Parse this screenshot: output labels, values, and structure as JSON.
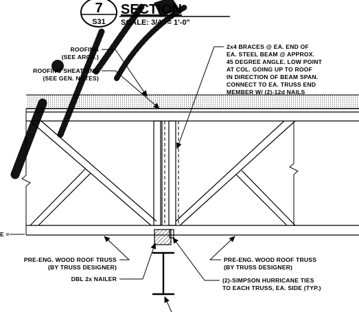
{
  "title": {
    "detail_number": "7",
    "sheet_ref": "S31",
    "heading": "SECTION",
    "scale": "SCALE: 3/4\" = 1'-0\""
  },
  "labels": {
    "roofing": [
      "ROOFING",
      "(SEE ARCH.)"
    ],
    "roofing_sheathing": [
      "ROOFING SHEATHING",
      "(SEE GEN. NOTES)"
    ],
    "braces_note": [
      "2x4 BRACES @ EA. END OF",
      "EA. STEEL BEAM @ APPROX.",
      "45 DEGREE ANGLE. LOW POINT",
      "AT COL. GOING UP TO ROOF",
      "IN DIRECTION OF BEAM SPAN.",
      "CONNECT TO EA. TRUSS END",
      "MEMBER W/ (2)-12d NAILS"
    ],
    "truss_left": [
      "PRE-ENG. WOOD ROOF TRUSS",
      "(BY TRUSS DESIGNER)"
    ],
    "truss_right": [
      "PRE-ENG. WOOD ROOF TRUSS",
      "(BY TRUSS DESIGNER)"
    ],
    "nailer": "DBL 2x NAILER",
    "hurricane_ties": [
      "(2)-SIMPSON HURRICANE TIES",
      "TO EACH TRUSS, EA. SIDE (TYP.)"
    ],
    "cut_edge_text": "E ="
  },
  "colors": {
    "ink": "#000000",
    "paper": "#ffffff",
    "watermark": "#000000"
  }
}
